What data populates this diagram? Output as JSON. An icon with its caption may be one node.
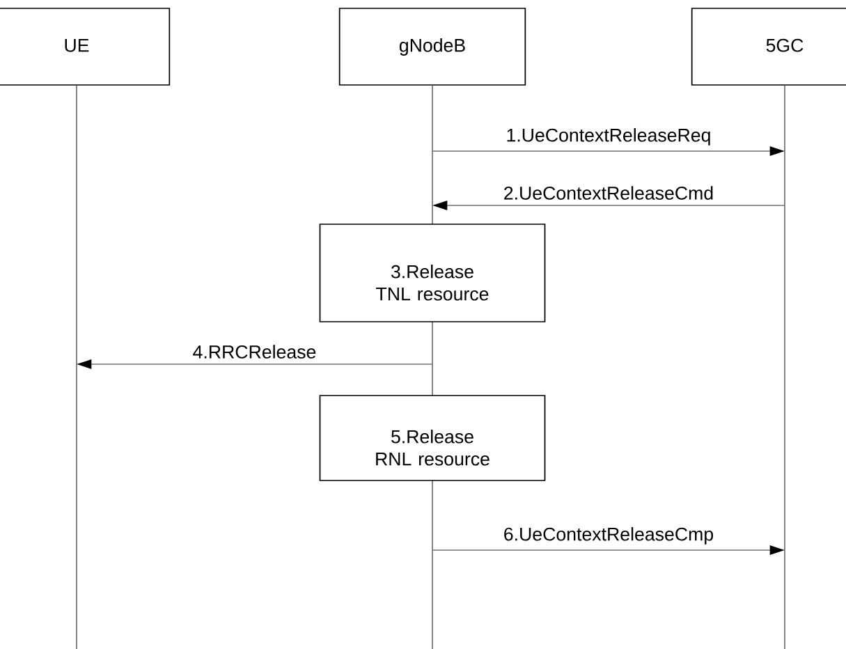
{
  "diagram": {
    "nodes": [
      {
        "text": [
          "UE"
        ]
      },
      {
        "text": [
          "gNodeB"
        ]
      },
      {
        "text": [
          "5GC"
        ]
      },
      {
        "text": [
          "3.Release TNL resource"
        ]
      },
      {
        "text": [
          "5.Release RNL resource"
        ]
      }
    ],
    "edges": [
      {
        "from": 1,
        "to": 2,
        "arrow": "to",
        "label": "1.UeContextReleaseReq"
      },
      {
        "from": 2,
        "to": 1,
        "arrow": "to",
        "label": "2.UeContextReleaseCmd"
      },
      {
        "from": 1,
        "to": 0,
        "arrow": "to",
        "label": "4.RRCRelease"
      },
      {
        "from": 1,
        "to": 2,
        "arrow": "to",
        "label": "6.UeContextReleaseCmp"
      }
    ]
  }
}
